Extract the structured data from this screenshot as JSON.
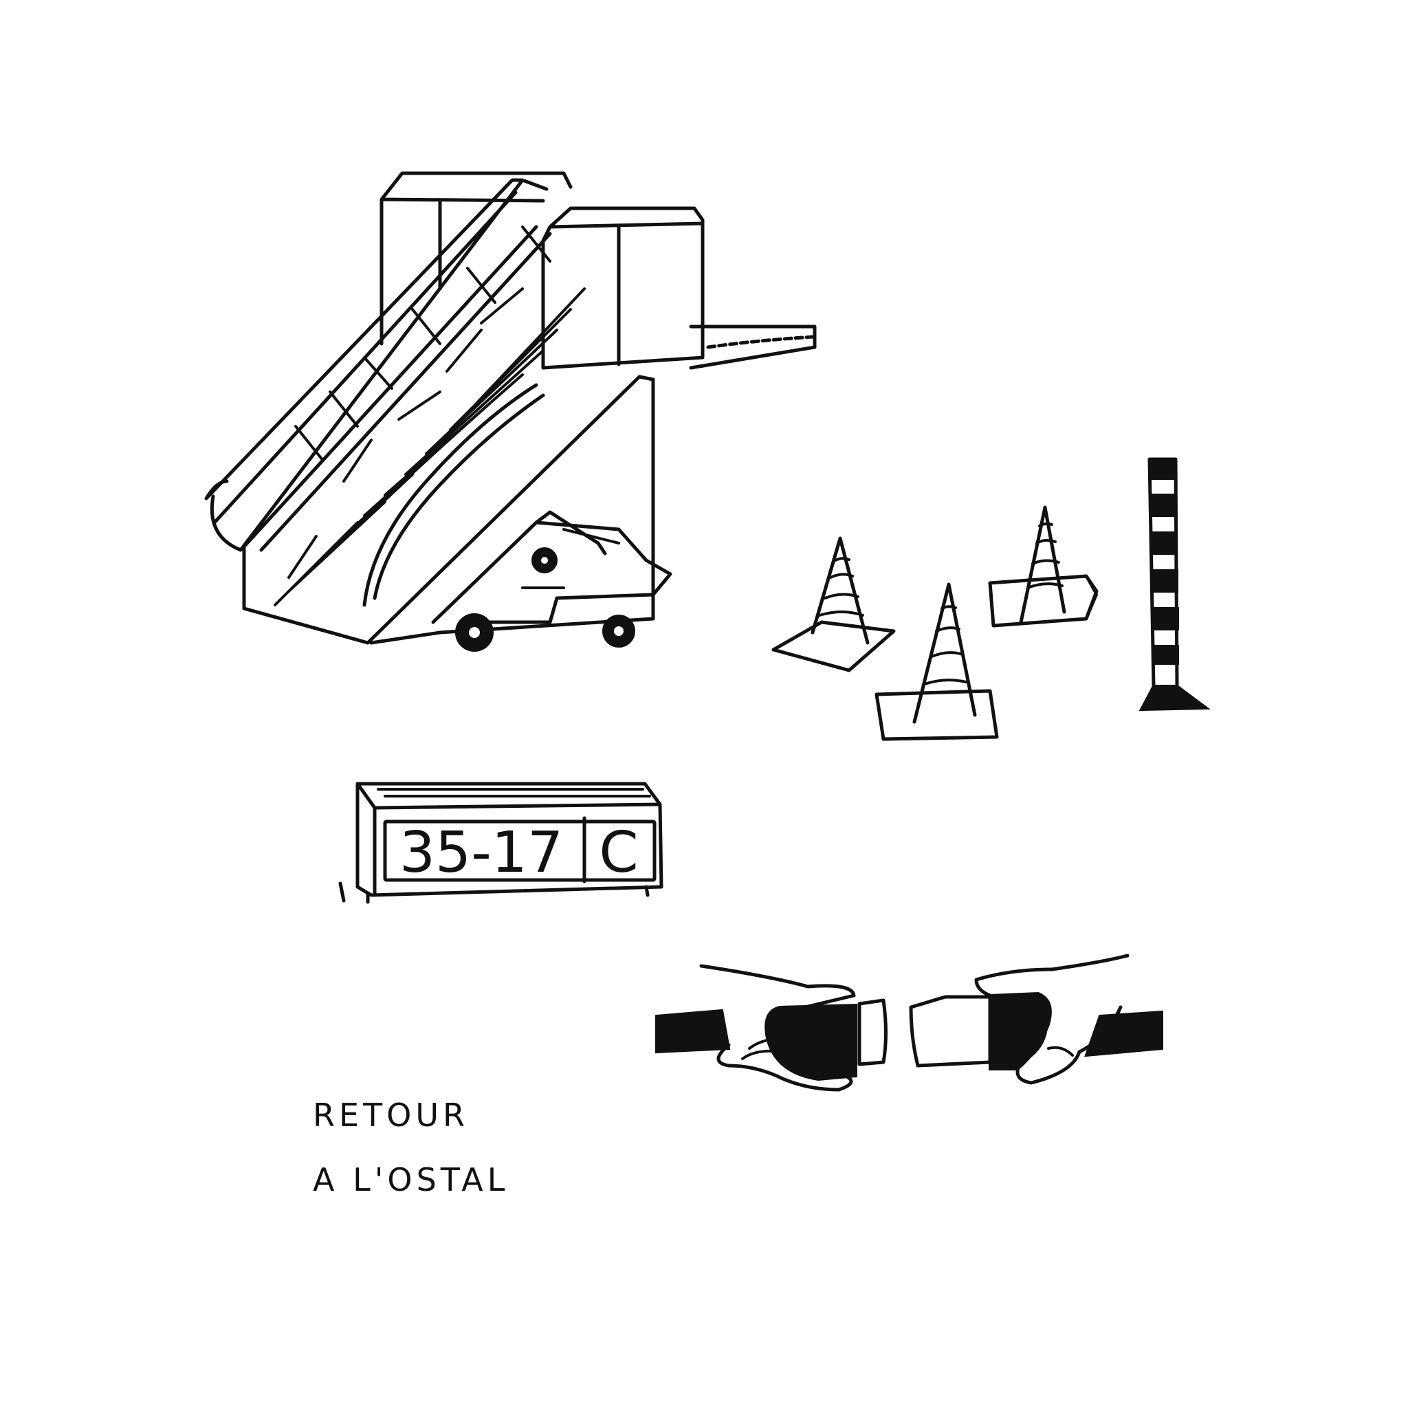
{
  "sign": {
    "runway": "35-17",
    "letter": "C"
  },
  "caption": {
    "line1": "RETOUR",
    "line2": "A L'OSTAL"
  },
  "colors": {
    "ink": "#111111",
    "paper": "#ffffff"
  }
}
